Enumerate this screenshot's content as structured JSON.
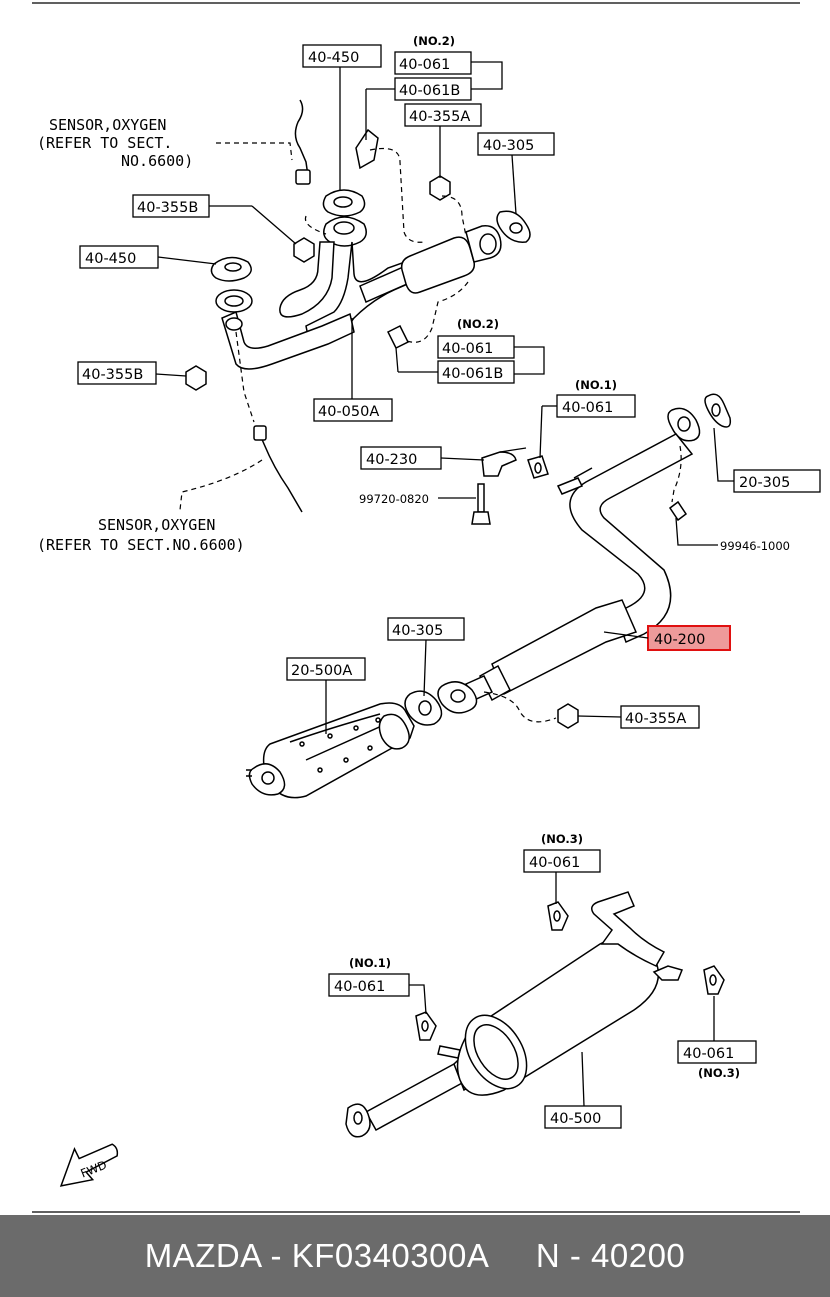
{
  "labels": {
    "l1": "40-450",
    "l2": "40-061",
    "l3": "40-061B",
    "l4": "40-355A",
    "l5": "40-305",
    "l6": "40-355B",
    "l7": "40-450",
    "l8": "40-061",
    "l9": "40-061B",
    "l10": "40-355B",
    "l11": "40-050A",
    "l12": "40-061",
    "l13": "40-230",
    "l14": "20-305",
    "l15": "40-200",
    "l16": "40-305",
    "l17": "20-500A",
    "l18": "40-355A",
    "l19": "40-061",
    "l20": "40-061",
    "l21": "40-061",
    "l22": "40-500"
  },
  "notes": {
    "n1": "(NO.2)",
    "n2": "(NO.2)",
    "n3": "(NO.1)",
    "n4": "(NO.3)",
    "n5": "(NO.1)",
    "n6": "(NO.3)"
  },
  "part_numbers": {
    "p1": "99720-0820",
    "p2": "99946-1000"
  },
  "sensor_refs": {
    "top_line1": "SENSOR,OXYGEN",
    "top_line2": "(REFER TO SECT.",
    "top_line3": "NO.6600)",
    "bottom_line1": "SENSOR,OXYGEN",
    "bottom_line2": "(REFER TO SECT.NO.6600)"
  },
  "fwd_text": "FWD",
  "highlight_color": "#e01010",
  "footer": {
    "text": "MAZDA - KF0340300A     N - 40200"
  }
}
